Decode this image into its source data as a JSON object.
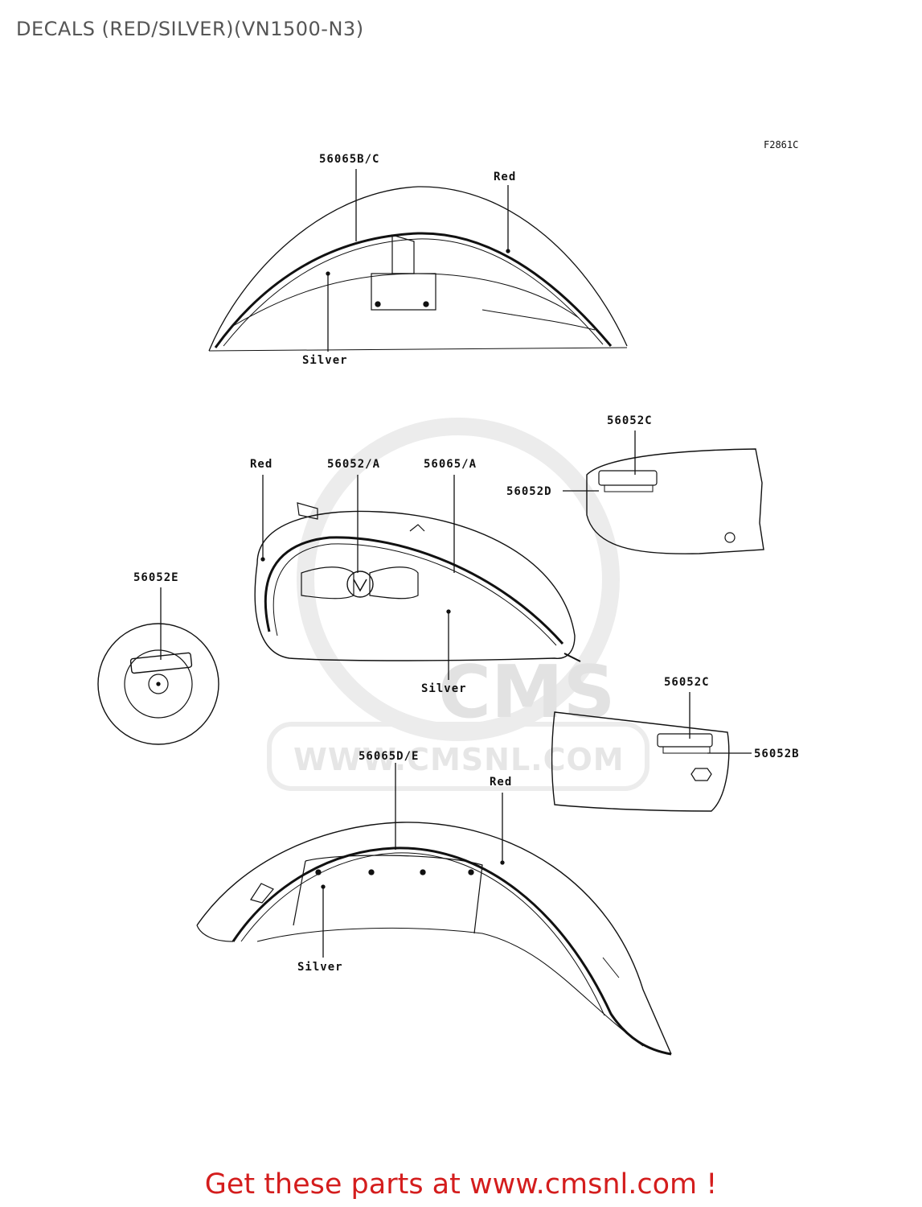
{
  "page": {
    "title": "DECALS (RED/SILVER)(VN1500-N3)",
    "figure_code": "F2861C",
    "footer_banner": "Get these parts at www.cmsnl.com !"
  },
  "watermark": {
    "brand": "CMS",
    "url": "WWW.CMSNL.COM"
  },
  "callouts": {
    "front_fender_stripe": "56065B/C",
    "front_fender_red": "Red",
    "front_fender_silver": "Silver",
    "side_cover_left_emblem": "56052C",
    "side_cover_left_label": "56052D",
    "tank_red": "Red",
    "tank_emblem": "56052/A",
    "tank_stripe": "56065/A",
    "air_cleaner_emblem": "56052E",
    "tank_silver": "Silver",
    "side_cover_right_emblem": "56052C",
    "side_cover_right_label": "56052B",
    "rear_fender_stripe": "56065D/E",
    "rear_fender_red": "Red",
    "rear_fender_silver": "Silver"
  },
  "colors": {
    "footer": "#d41d1d",
    "title": "#555555",
    "line": "#111111",
    "watermark": "#e4e4e4"
  }
}
